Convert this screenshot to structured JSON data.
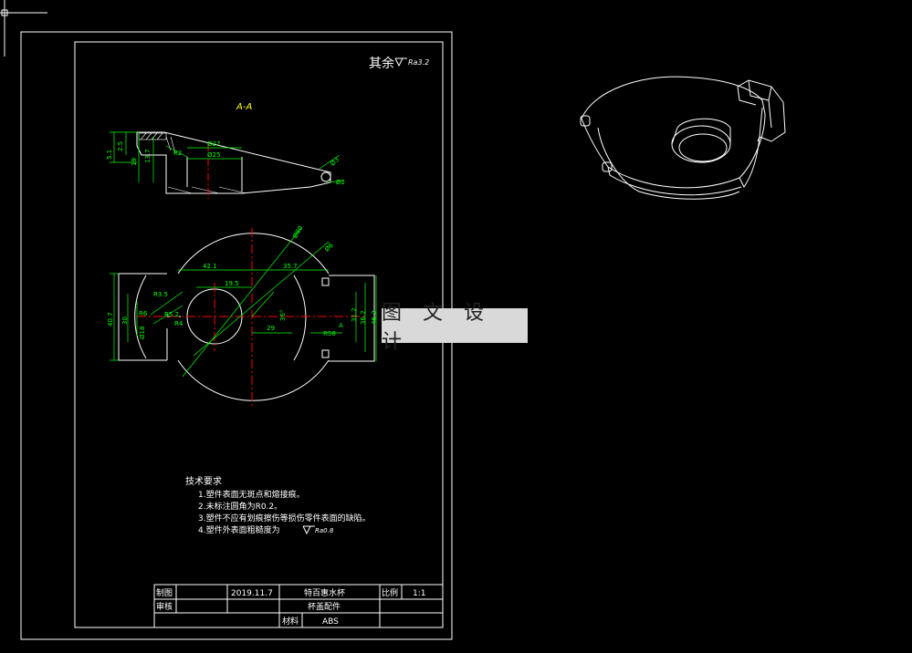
{
  "watermark": "图 文 设 计",
  "roughness_note": {
    "label": "其余",
    "value": "Ra3.2"
  },
  "section_title": "A-A",
  "dimensions_section": [
    "5.1",
    "2.5",
    "19",
    "13.7",
    "Ø27",
    "Ø25",
    "R2",
    "Ø3",
    "Ø2"
  ],
  "dimensions_plan": [
    "Ø80",
    "Ø6",
    "42.1",
    "35.7",
    "19.5",
    "R3.5",
    "R5.2",
    "R4",
    "R6",
    "40.7",
    "30",
    "Ø18",
    "29",
    "R58",
    "31.2",
    "36.2",
    "46.2",
    "36°",
    "A"
  ],
  "tech_requirements": {
    "title": "技术要求",
    "items": [
      "1.塑件表面无斑点和熔接痕。",
      "2.未标注圆角为R0.2。",
      "3.塑件不应有划痕擦伤等损伤零件表面的缺陷。",
      "4.塑件外表面粗糙度为"
    ],
    "item4_roughness": "Ra0.8"
  },
  "title_block": {
    "drawn_label": "制图",
    "checked_label": "审核",
    "date": "2019.11.7",
    "product_name": "特百惠水杯",
    "part_name": "杯盖配件",
    "scale_label": "比例",
    "scale_value": "1:1",
    "material_label": "材料",
    "material_value": "ABS"
  },
  "colors": {
    "background": "#000000",
    "outline": "#ffffff",
    "dimension": "#00ff00",
    "centerline": "#ff0000",
    "annotation": "#ffff00"
  }
}
